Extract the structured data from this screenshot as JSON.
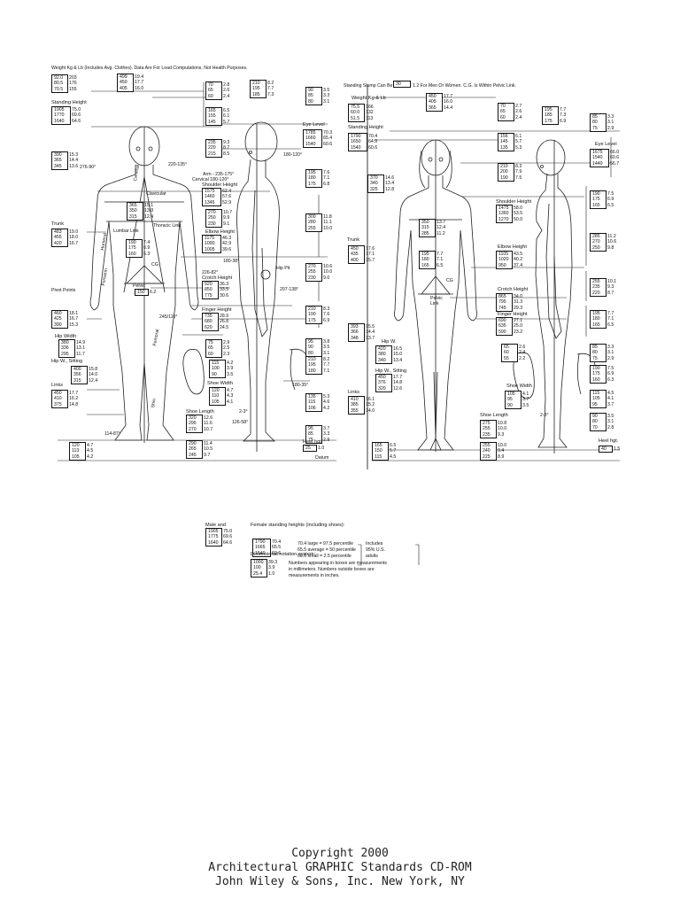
{
  "header_note": "Weight Kg & Lb (Includes Avg. Clothes). Data Are For Load Computations, Not Health Purposes.",
  "female_note_prefix": "Standing Slump Can Be",
  "female_note_value": "30",
  "female_note_suffix": "1.2 For Men Or Women. C.G. Is Within Pelvic Link.",
  "male": {
    "weight": {
      "mm": [
        "92.0",
        "80.5",
        "70.5"
      ],
      "in": [
        "203",
        "176",
        "155"
      ]
    },
    "standing_label": "Standing Height",
    "standing": {
      "mm": [
        "1905",
        "1770",
        "1640"
      ],
      "in": [
        "75.0",
        "69.6",
        "64.6"
      ]
    },
    "head_top": {
      "mm": [
        "499",
        "450",
        "405"
      ],
      "in": [
        "19.4",
        "17.7",
        "16.0"
      ]
    },
    "side_top1": {
      "mm": [
        "70",
        "65",
        "60"
      ],
      "in": [
        "2.8",
        "2.6",
        "2.4"
      ]
    },
    "side_top2": {
      "mm": [
        "210",
        "195",
        "185"
      ],
      "in": [
        "8.2",
        "7.7",
        "7.3"
      ]
    },
    "side_top3": {
      "mm": [
        "90",
        "85",
        "80"
      ],
      "in": [
        "3.5",
        "3.3",
        "3.1"
      ]
    },
    "head_mid": {
      "mm": [
        "165",
        "155",
        "145"
      ],
      "in": [
        "6.5",
        "6.1",
        "5.7"
      ]
    },
    "eye_label": "Eye Level",
    "eye": {
      "mm": [
        "1785",
        "1660",
        "1540"
      ],
      "in": [
        "70.3",
        "65.4",
        "60.6"
      ]
    },
    "neck": {
      "mm": [
        "235",
        "220",
        "215"
      ],
      "in": [
        "9.3",
        "8.7",
        "8.5"
      ]
    },
    "shoulder_w": {
      "mm": [
        "390",
        "365",
        "345"
      ],
      "in": [
        "15.3",
        "14.4",
        "13.6"
      ]
    },
    "angle1": "276-90°",
    "angle2": "220-135°",
    "angle3": "180-120°",
    "arm_note1": "Arm - 235-175°",
    "arm_note2": "Cervical 180-120°",
    "shoulder_label": "Shoulder Height",
    "shoulder": {
      "mm": [
        "1575",
        "1460",
        "1345"
      ],
      "in": [
        "62.4",
        "57.6",
        "52.9"
      ]
    },
    "side_neck": {
      "mm": [
        "195",
        "180",
        "175"
      ],
      "in": [
        "7.6",
        "7.1",
        "6.8"
      ]
    },
    "cervical": "Cervical",
    "clavicular": "Clavicular",
    "chest": {
      "mm": [
        "365",
        "350",
        "315"
      ],
      "in": [
        "15.1",
        "13.8",
        "12.4"
      ]
    },
    "lumbar": "Lumbar Link",
    "thoracic": "Thoracic Link",
    "humeral": "Humeral",
    "trunk_label": "Trunk",
    "trunk": {
      "mm": [
        "483",
        "455",
        "420"
      ],
      "in": [
        "19.0",
        "18.0",
        "16.7"
      ]
    },
    "elbow_side": {
      "mm": [
        "270",
        "250",
        "230"
      ],
      "in": [
        "10.7",
        "9.9",
        "9.1"
      ]
    },
    "elbow_label": "Elbow Height",
    "elbow": {
      "mm": [
        "1175",
        "1090",
        "1005"
      ],
      "in": [
        "46.3",
        "42.9",
        "39.6"
      ]
    },
    "depth": {
      "mm": [
        "300",
        "280",
        "255"
      ],
      "in": [
        "11.8",
        "11.1",
        "10.0"
      ]
    },
    "pelvic_inner": {
      "mm": [
        "190",
        "175",
        "160"
      ],
      "in": [
        "7.4",
        "6.9",
        "6.3"
      ]
    },
    "forearm": "Forearm",
    "angle4": "180-38°",
    "cg": "CG",
    "crotch_angle": "226-82°",
    "crotch_label": "Crotch Height",
    "crotch": {
      "mm": [
        "920",
        "850",
        "775"
      ],
      "in": [
        "36.3",
        "33.5",
        "30.6"
      ]
    },
    "hip_side": {
      "mm": [
        "270",
        "255",
        "230"
      ],
      "in": [
        "10.6",
        "10.0",
        "9.0"
      ]
    },
    "hip_pit": "Hip Pit",
    "angle5": "207-138°",
    "pelvic": "Pelvic",
    "pelvic_val": {
      "mm": [
        "150"
      ],
      "in": [
        "6.2"
      ]
    },
    "pivot": "Pivot Points",
    "thigh": {
      "mm": [
        "460",
        "425",
        "390"
      ],
      "in": [
        "18.1",
        "16.7",
        "15.3"
      ]
    },
    "angle6": "245/110°",
    "femoral": "Femoral",
    "knee_side": {
      "mm": [
        "210",
        "190",
        "175"
      ],
      "in": [
        "8.3",
        "7.6",
        "6.9"
      ]
    },
    "finger_label": "Finger Height",
    "finger": {
      "mm": [
        "735",
        "680",
        "620"
      ],
      "in": [
        "28.9",
        "26.8",
        "24.5"
      ]
    },
    "hip_w_label": "Hip Width",
    "hip_w": {
      "mm": [
        "380",
        "336",
        "295"
      ],
      "in": [
        "14.9",
        "13.1",
        "11.7"
      ]
    },
    "hand_side1": {
      "mm": [
        "75",
        "65",
        "60"
      ],
      "in": [
        "2.9",
        "2.5",
        "2.3"
      ]
    },
    "hand_side2": {
      "mm": [
        "95",
        "90",
        "80"
      ],
      "in": [
        "3.8",
        "3.5",
        "3.1"
      ]
    },
    "hand_side3": {
      "mm": [
        "210",
        "195",
        "180"
      ],
      "in": [
        "8.2",
        "7.7",
        "7.1"
      ]
    },
    "hip_sit_label": "Hip W., Sitting",
    "hip_sit": {
      "mm": [
        "400",
        "356",
        "315"
      ],
      "in": [
        "15.8",
        "14.0",
        "12.4"
      ]
    },
    "shoe_w_label": "Shoe Width",
    "shoe_w": {
      "mm": [
        "115",
        "100",
        "90"
      ],
      "in": [
        "4.2",
        "3.9",
        "3.5"
      ]
    },
    "angle7": "180-35°",
    "links_label": "Links",
    "links": {
      "mm": [
        "450",
        "410",
        "375"
      ],
      "in": [
        "17.7",
        "16.2",
        "14.8"
      ]
    },
    "shin": "Shin",
    "shoe_w2": {
      "mm": [
        "120",
        "110",
        "105"
      ],
      "in": [
        "4.7",
        "4.3",
        "4.1"
      ]
    },
    "ankle_side": {
      "mm": [
        "135",
        "115",
        "106"
      ],
      "in": [
        "5.3",
        "4.6",
        "4.2"
      ]
    },
    "angle8": "114-87°",
    "angle9": "2-3°",
    "angle10": "126-58°",
    "shoe_len_label": "Shoe Length",
    "shoe_len": {
      "mm": [
        "320",
        "295",
        "270"
      ],
      "in": [
        "12.6",
        "11.6",
        "10.7"
      ]
    },
    "foot_side": {
      "mm": [
        "95",
        "85",
        "75"
      ],
      "in": [
        "3.7",
        "3.3",
        "2.9"
      ]
    },
    "foot_bottom": {
      "mm": [
        "120",
        "113",
        "105"
      ],
      "in": [
        "4.7",
        "4.5",
        "4.2"
      ]
    },
    "heel_box": {
      "mm": [
        "290",
        "265",
        "245"
      ],
      "in": [
        "11.4",
        "10.5",
        "9.7"
      ]
    },
    "heel_label": "Heel hgt.",
    "heel": {
      "mm": [
        "25"
      ],
      "in": [
        "1.0"
      ]
    },
    "datum": "Datum"
  },
  "female": {
    "weight_label": "Weight Kg & Lb",
    "weight": {
      "mm": [
        "75.5",
        "60.0",
        "51.5"
      ],
      "in": [
        "166",
        "132",
        "113"
      ]
    },
    "head_top": {
      "mm": [
        "450",
        "405",
        "365"
      ],
      "in": [
        "17.7",
        "16.0",
        "14.4"
      ]
    },
    "side1": {
      "mm": [
        "70",
        "65",
        "60"
      ],
      "in": [
        "2.7",
        "2.6",
        "2.4"
      ]
    },
    "side2": {
      "mm": [
        "195",
        "185",
        "175"
      ],
      "in": [
        "7.7",
        "7.3",
        "6.9"
      ]
    },
    "side3": {
      "mm": [
        "85",
        "80",
        "75"
      ],
      "in": [
        "3.3",
        "3.1",
        "2.9"
      ]
    },
    "standing_label": "Standing Height",
    "standing": {
      "mm": [
        "1790",
        "1650",
        "1540"
      ],
      "in": [
        "70.4",
        "64.9",
        "60.6"
      ]
    },
    "head_mid": {
      "mm": [
        "156",
        "145",
        "135"
      ],
      "in": [
        "6.1",
        "5.7",
        "5.3"
      ]
    },
    "eye_label": "Eye Level",
    "eye": {
      "mm": [
        "1675",
        "1540",
        "1440"
      ],
      "in": [
        "66.0",
        "60.6",
        "56.7"
      ]
    },
    "neck": {
      "mm": [
        "210",
        "200",
        "190"
      ],
      "in": [
        "8.3",
        "7.9",
        "7.5"
      ]
    },
    "shoulder_w": {
      "mm": [
        "370",
        "340",
        "325"
      ],
      "in": [
        "14.6",
        "13.4",
        "12.8"
      ]
    },
    "side_neck": {
      "mm": [
        "190",
        "175",
        "165"
      ],
      "in": [
        "7.5",
        "6.9",
        "6.5"
      ]
    },
    "shoulder_label": "Shoulder Height",
    "shoulder": {
      "mm": [
        "1475",
        "1360",
        "1270"
      ],
      "in": [
        "58.0",
        "53.5",
        "50.0"
      ]
    },
    "chest": {
      "mm": [
        "350",
        "315",
        "285"
      ],
      "in": [
        "13.7",
        "12.4",
        "11.2"
      ]
    },
    "depth": {
      "mm": [
        "285",
        "270",
        "250"
      ],
      "in": [
        "11.2",
        "10.6",
        "9.8"
      ]
    },
    "trunk_label": "Trunk",
    "trunk": {
      "mm": [
        "450",
        "435",
        "400"
      ],
      "in": [
        "17.6",
        "17.1",
        "15.7"
      ]
    },
    "elbow_label": "Elbow Height",
    "elbow": {
      "mm": [
        "1105",
        "1020",
        "950"
      ],
      "in": [
        "43.5",
        "40.2",
        "37.4"
      ]
    },
    "pelvic_inner": {
      "mm": [
        "195",
        "180",
        "165"
      ],
      "in": [
        "7.7",
        "7.1",
        "6.5"
      ]
    },
    "cg": "CG",
    "pelvic": "Pelvic Link",
    "hip_side": {
      "mm": [
        "255",
        "235",
        "220"
      ],
      "in": [
        "10.1",
        "9.3",
        "8.7"
      ]
    },
    "crotch_label": "Crotch Height",
    "crotch": {
      "mm": [
        "865",
        "795",
        "745"
      ],
      "in": [
        "34.0",
        "31.3",
        "29.3"
      ]
    },
    "finger_label": "Finger Height",
    "finger": {
      "mm": [
        "690",
        "635",
        "590"
      ],
      "in": [
        "27.1",
        "25.0",
        "23.2"
      ]
    },
    "thigh": {
      "mm": [
        "393",
        "366",
        "348"
      ],
      "in": [
        "15.5",
        "14.4",
        "13.7"
      ]
    },
    "knee_side": {
      "mm": [
        "195",
        "180",
        "165"
      ],
      "in": [
        "7.7",
        "7.1",
        "6.5"
      ]
    },
    "hip_w_label": "Hip W.",
    "hip_w": {
      "mm": [
        "420",
        "380",
        "340"
      ],
      "in": [
        "16.5",
        "15.0",
        "13.4"
      ]
    },
    "hand1": {
      "mm": [
        "65",
        "60",
        "55"
      ],
      "in": [
        "2.6",
        "2.4",
        "2.2"
      ]
    },
    "hand2": {
      "mm": [
        "85",
        "80",
        "75"
      ],
      "in": [
        "3.3",
        "3.1",
        "2.9"
      ]
    },
    "hand3": {
      "mm": [
        "190",
        "175",
        "160"
      ],
      "in": [
        "7.5",
        "6.9",
        "6.3"
      ]
    },
    "hip_sit_label": "Hip W., Sitting",
    "hip_sit": {
      "mm": [
        "450",
        "376",
        "320"
      ],
      "in": [
        "17.7",
        "14.8",
        "12.6"
      ]
    },
    "shoe_w_label": "Shoe Width",
    "shoe_w": {
      "mm": [
        "105",
        "95",
        "90"
      ],
      "in": [
        "4.1",
        "3.7",
        "3.5"
      ]
    },
    "links_label": "Links",
    "links": {
      "mm": [
        "410",
        "385",
        "355"
      ],
      "in": [
        "16.1",
        "15.2",
        "14.0"
      ]
    },
    "ankle": {
      "mm": [
        "115",
        "105",
        "95"
      ],
      "in": [
        "4.5",
        "4.1",
        "3.7"
      ]
    },
    "shoe_len_label": "Shoe Length",
    "shoe_len": {
      "mm": [
        "275",
        "255",
        "235"
      ],
      "in": [
        "10.8",
        "10.0",
        "9.3"
      ]
    },
    "angle": "2-3°",
    "foot_side": {
      "mm": [
        "90",
        "80",
        "70"
      ],
      "in": [
        "3.5",
        "3.1",
        "2.8"
      ]
    },
    "foot_bottom": {
      "mm": [
        "165",
        "150",
        "115"
      ],
      "in": [
        "6.5",
        "5.7",
        "4.5"
      ]
    },
    "heel_box": {
      "mm": [
        "255",
        "240",
        "225"
      ],
      "in": [
        "10.0",
        "9.4",
        "8.9"
      ]
    },
    "heel_label": "Heel hgt.",
    "heel": {
      "mm": [
        "40"
      ],
      "in": [
        "1.5"
      ]
    }
  },
  "legend": {
    "heading1": "Male and",
    "heading2": "Female standing heights (including shoes):",
    "male": {
      "mm": [
        "1905",
        "1775",
        "1640"
      ],
      "in": [
        "75.0",
        "69.6",
        "64.6"
      ]
    },
    "female": {
      "mm": [
        "1790",
        "1665",
        "1540"
      ],
      "in": [
        "70.4",
        "65.5",
        "60.6"
      ]
    },
    "lines": [
      "70.4 large = 97.5 percentile",
      "65.5 average = 50 percentile",
      "60.6 small = 2.5 percentile"
    ],
    "right": [
      "Includes",
      "95% U.S.",
      "adults"
    ],
    "notation_heading": "Dimensional notation system:",
    "notation": {
      "mm": [
        "1000",
        "100",
        "25.4"
      ],
      "in": [
        "39.3",
        "3.9",
        "1.0"
      ]
    },
    "notation_lines": [
      "Numbers appearing in boxes are measurements",
      "in millimeters. Numbers outside boxes are",
      "measurements in inches."
    ]
  },
  "copyright": [
    "Copyright 2000",
    "Architectural GRAPHIC Standards CD-ROM",
    "John Wiley & Sons, Inc. New York, NY"
  ]
}
